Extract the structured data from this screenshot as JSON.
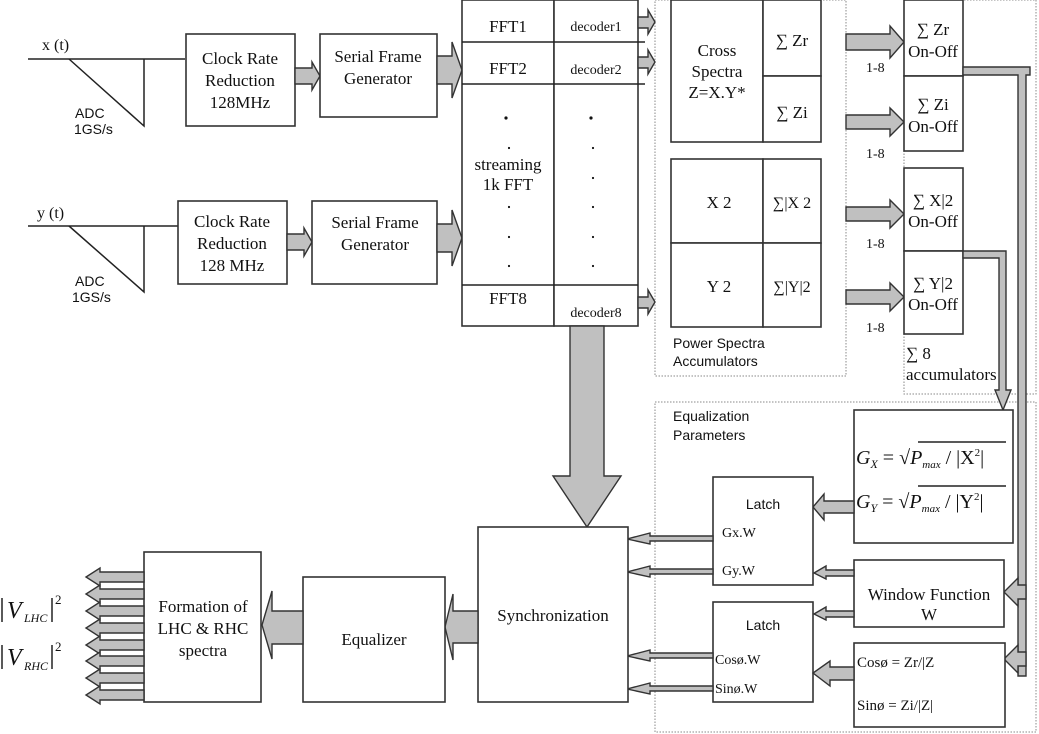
{
  "inputs": {
    "x": {
      "signal": "x (t)",
      "adc_label": "ADC",
      "adc_rate": "1GS/s"
    },
    "y": {
      "signal": "y (t)",
      "adc_label": "ADC",
      "adc_rate": "1GS/s"
    }
  },
  "clock_rate_x": {
    "line1": "Clock Rate",
    "line2": "Reduction",
    "line3": "128MHz"
  },
  "clock_rate_y": {
    "line1": "Clock Rate",
    "line2": "Reduction",
    "line3": "128 MHz"
  },
  "serial_frame_x": {
    "line1": "Serial Frame",
    "line2": "Generator"
  },
  "serial_frame_y": {
    "line1": "Serial Frame",
    "line2": "Generator"
  },
  "fft_block": {
    "fft1": "FFT1",
    "fft2": "FFT2",
    "streaming_line1": "streaming",
    "streaming_line2": "1k FFT",
    "fft8": "FFT8",
    "decoder1": "decoder1",
    "decoder2": "decoder2",
    "decoder8": "decoder8"
  },
  "cross_spectra": {
    "line1": "Cross",
    "line2": "Spectra",
    "line3": "Z=X.Y*",
    "sum_zr": "∑ Zr",
    "sum_zi": "∑ Zi"
  },
  "power_spectra": {
    "x2": "X 2",
    "y2": "Y 2",
    "sum_x2": "∑|X 2",
    "sum_y2": "∑|Y|2",
    "caption_line1": "Power Spectra",
    "caption_line2": "Accumulators"
  },
  "accumulators": {
    "zr": {
      "line1": "∑ Zr",
      "line2": "On-Off",
      "range": "1-8"
    },
    "zi": {
      "line1": "∑ Zi",
      "line2": "On-Off",
      "range": "1-8"
    },
    "x2": {
      "line1": "∑ X|2",
      "line2": "On-Off",
      "range": "1-8"
    },
    "y2": {
      "line1": "∑ Y|2",
      "line2": "On-Off",
      "range": "1-8"
    },
    "caption_line1": "∑ 8",
    "caption_line2": "accumulators"
  },
  "equalization": {
    "caption_line1": "Equalization",
    "caption_line2": "Parameters",
    "gx_formula": {
      "lhs": "G",
      "lhs_sub": "X",
      "eq": " = √",
      "p": "P",
      "p_sub": "max",
      "rhs": " / |X",
      "rhs_sup": "2",
      "end": "|"
    },
    "gy_formula": {
      "lhs": "G",
      "lhs_sub": "Y",
      "eq": " = √",
      "p": "P",
      "p_sub": "max",
      "rhs": " / |Y",
      "rhs_sup": "2",
      "end": "|"
    },
    "latch1": {
      "title": "Latch",
      "out1": "Gx.W",
      "out2": "Gy.W"
    },
    "latch2": {
      "title": "Latch",
      "out1": "Cosø.W",
      "out2": "Sinø.W"
    },
    "window": {
      "line1": "Window Function",
      "line2": "W"
    },
    "phase": {
      "cos": "Cosø = Zr/|Z",
      "sin": "Sinø = Zi/|Z|"
    }
  },
  "synchronization": "Synchronization",
  "equalizer": "Equalizer",
  "formation": {
    "line1": "Formation of",
    "line2": "LHC & RHC",
    "line3": "spectra"
  },
  "outputs": {
    "lhc": {
      "v": "V",
      "sub": "LHC",
      "sup": "2"
    },
    "rhc": {
      "v": "V",
      "sub": "RHC",
      "sup": "2"
    }
  }
}
